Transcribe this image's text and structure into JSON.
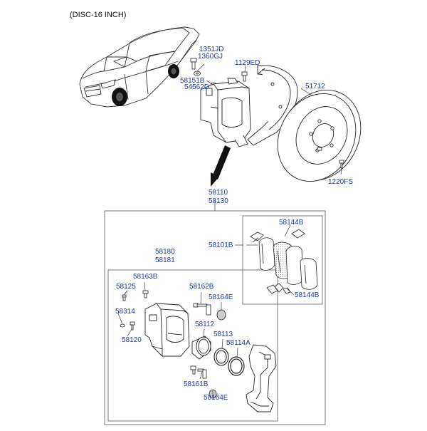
{
  "title": "(DISC-16 INCH)",
  "parts": {
    "p1351JD": "1351JD",
    "p1360GJ": "1360GJ",
    "p1129ED": "1129ED",
    "p58151B": "58151B",
    "p54562D": "54562D",
    "p51712": "51712",
    "p1220FS": "1220FS",
    "p58110": "58110",
    "p58130": "58130",
    "p58144B_top": "58144B",
    "p58101B": "58101B",
    "p58144B_bot": "58144B",
    "p58180": "58180",
    "p58181": "58181",
    "p58163B": "58163B",
    "p58125": "58125",
    "p58162B": "58162B",
    "p58164E_top": "58164E",
    "p58314": "58314",
    "p58112": "58112",
    "p58120": "58120",
    "p58113": "58113",
    "p58114A": "58114A",
    "p58161B": "58161B",
    "p58164E_bot": "58164E"
  },
  "colors": {
    "label": "#1f3aa8",
    "line": "#222222",
    "box": "#666666"
  }
}
